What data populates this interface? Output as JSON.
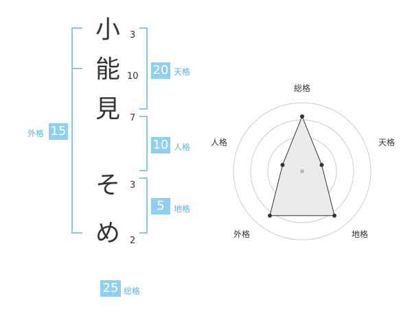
{
  "name_chars": [
    {
      "char": "小",
      "strokes": "3"
    },
    {
      "char": "能",
      "strokes": "10"
    },
    {
      "char": "見",
      "strokes": "7"
    },
    {
      "char": "そ",
      "strokes": "3"
    },
    {
      "char": "め",
      "strokes": "2"
    }
  ],
  "grades": {
    "tenkaku": {
      "value": "20",
      "label": "天格"
    },
    "jinkaku": {
      "value": "10",
      "label": "人格"
    },
    "chikaku": {
      "value": "5",
      "label": "地格"
    },
    "gaikaku": {
      "value": "15",
      "label": "外格"
    },
    "soukaku": {
      "value": "25",
      "label": "総格"
    }
  },
  "colors": {
    "accent": "#8fd0f2",
    "label": "#56b6e6",
    "bracket": "#86c9ec",
    "text": "#333333"
  },
  "chart_data": {
    "type": "radar",
    "axes": [
      "総格",
      "天格",
      "地格",
      "外格",
      "人格"
    ],
    "values": [
      0.8,
      0.3,
      0.8,
      0.8,
      0.3
    ],
    "range": [
      0,
      1
    ],
    "rings": 4
  }
}
